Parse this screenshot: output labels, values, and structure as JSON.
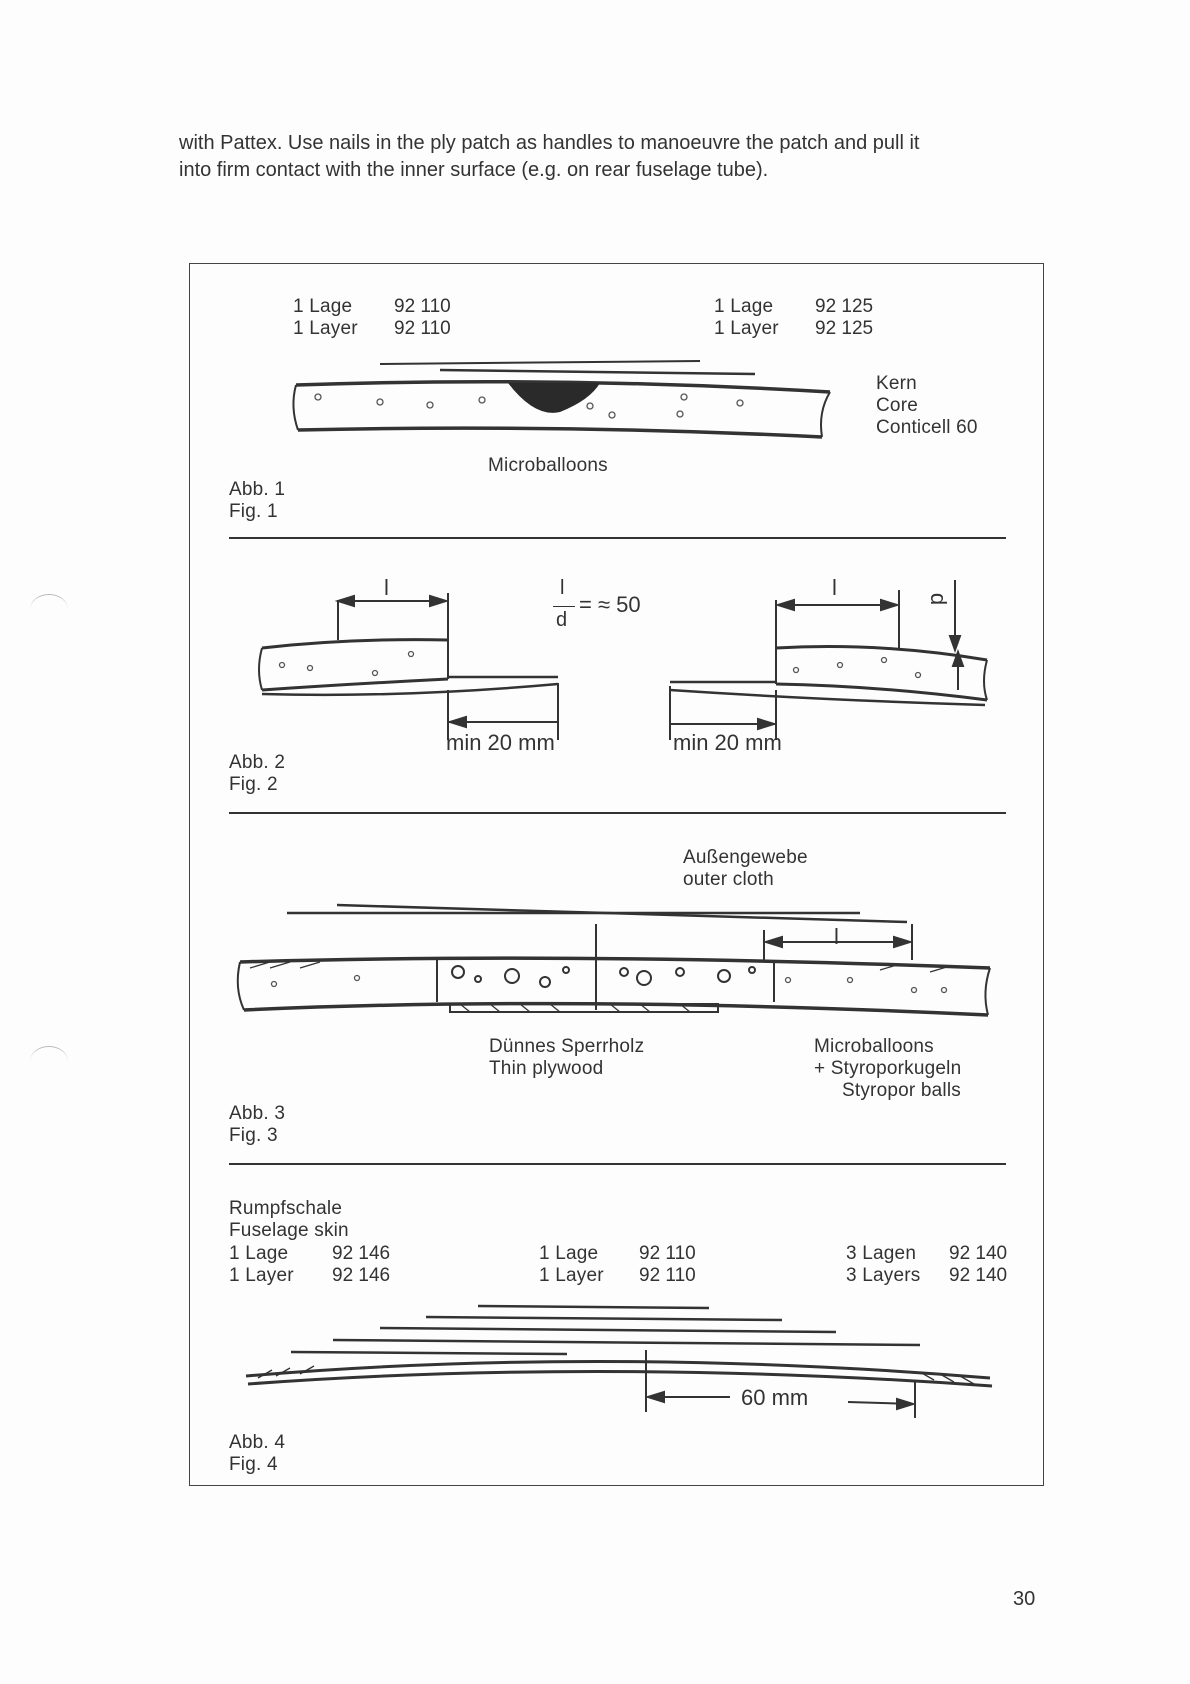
{
  "intro": {
    "line1": "with Pattex. Use nails in the ply patch as handles to manoeuvre the patch and pull it",
    "line2": "into firm contact with the inner surface (e.g. on rear fuselage tube)."
  },
  "fig1": {
    "left_lage": "1 Lage",
    "left_layer": "1 Layer",
    "left_code_1": "92 110",
    "left_code_2": "92 110",
    "right_lage": "1 Lage",
    "right_layer": "1 Layer",
    "right_code_1": "92 125",
    "right_code_2": "92 125",
    "core_de": "Kern",
    "core_en": "Core",
    "core_product": "Conticell 60",
    "filler": "Microballoons",
    "caption_de": "Abb. 1",
    "caption_en": "Fig. 1"
  },
  "fig2": {
    "l_left": "l",
    "l_right": "l",
    "d_label": "d",
    "ratio_num": "l",
    "ratio_den": "d",
    "ratio_value": "= ≈ 50",
    "min_left": "min 20 mm",
    "min_right": "min 20 mm",
    "caption_de": "Abb. 2",
    "caption_en": "Fig. 2"
  },
  "fig3": {
    "outer_de": "Außengewebe",
    "outer_en": "outer cloth",
    "l_label": "l",
    "ply_de": "Dünnes Sperrholz",
    "ply_en": "Thin plywood",
    "mb_line1": "Microballoons",
    "mb_line2": "+ Styroporkugeln",
    "mb_line3": "Styropor balls",
    "caption_de": "Abb. 3",
    "caption_en": "Fig. 3"
  },
  "fig4": {
    "skin_de": "Rumpfschale",
    "skin_en": "Fuselage skin",
    "skin_lage": "1 Lage",
    "skin_layer": "1 Layer",
    "skin_code_1": "92 146",
    "skin_code_2": "92 146",
    "mid_lage": "1 Lage",
    "mid_layer": "1 Layer",
    "mid_code_1": "92 110",
    "mid_code_2": "92 110",
    "right_lagen": "3 Lagen",
    "right_layers": "3 Layers",
    "right_code_1": "92 140",
    "right_code_2": "92 140",
    "overlap": "60 mm",
    "caption_de": "Abb. 4",
    "caption_en": "Fig. 4"
  },
  "page_number": "30"
}
